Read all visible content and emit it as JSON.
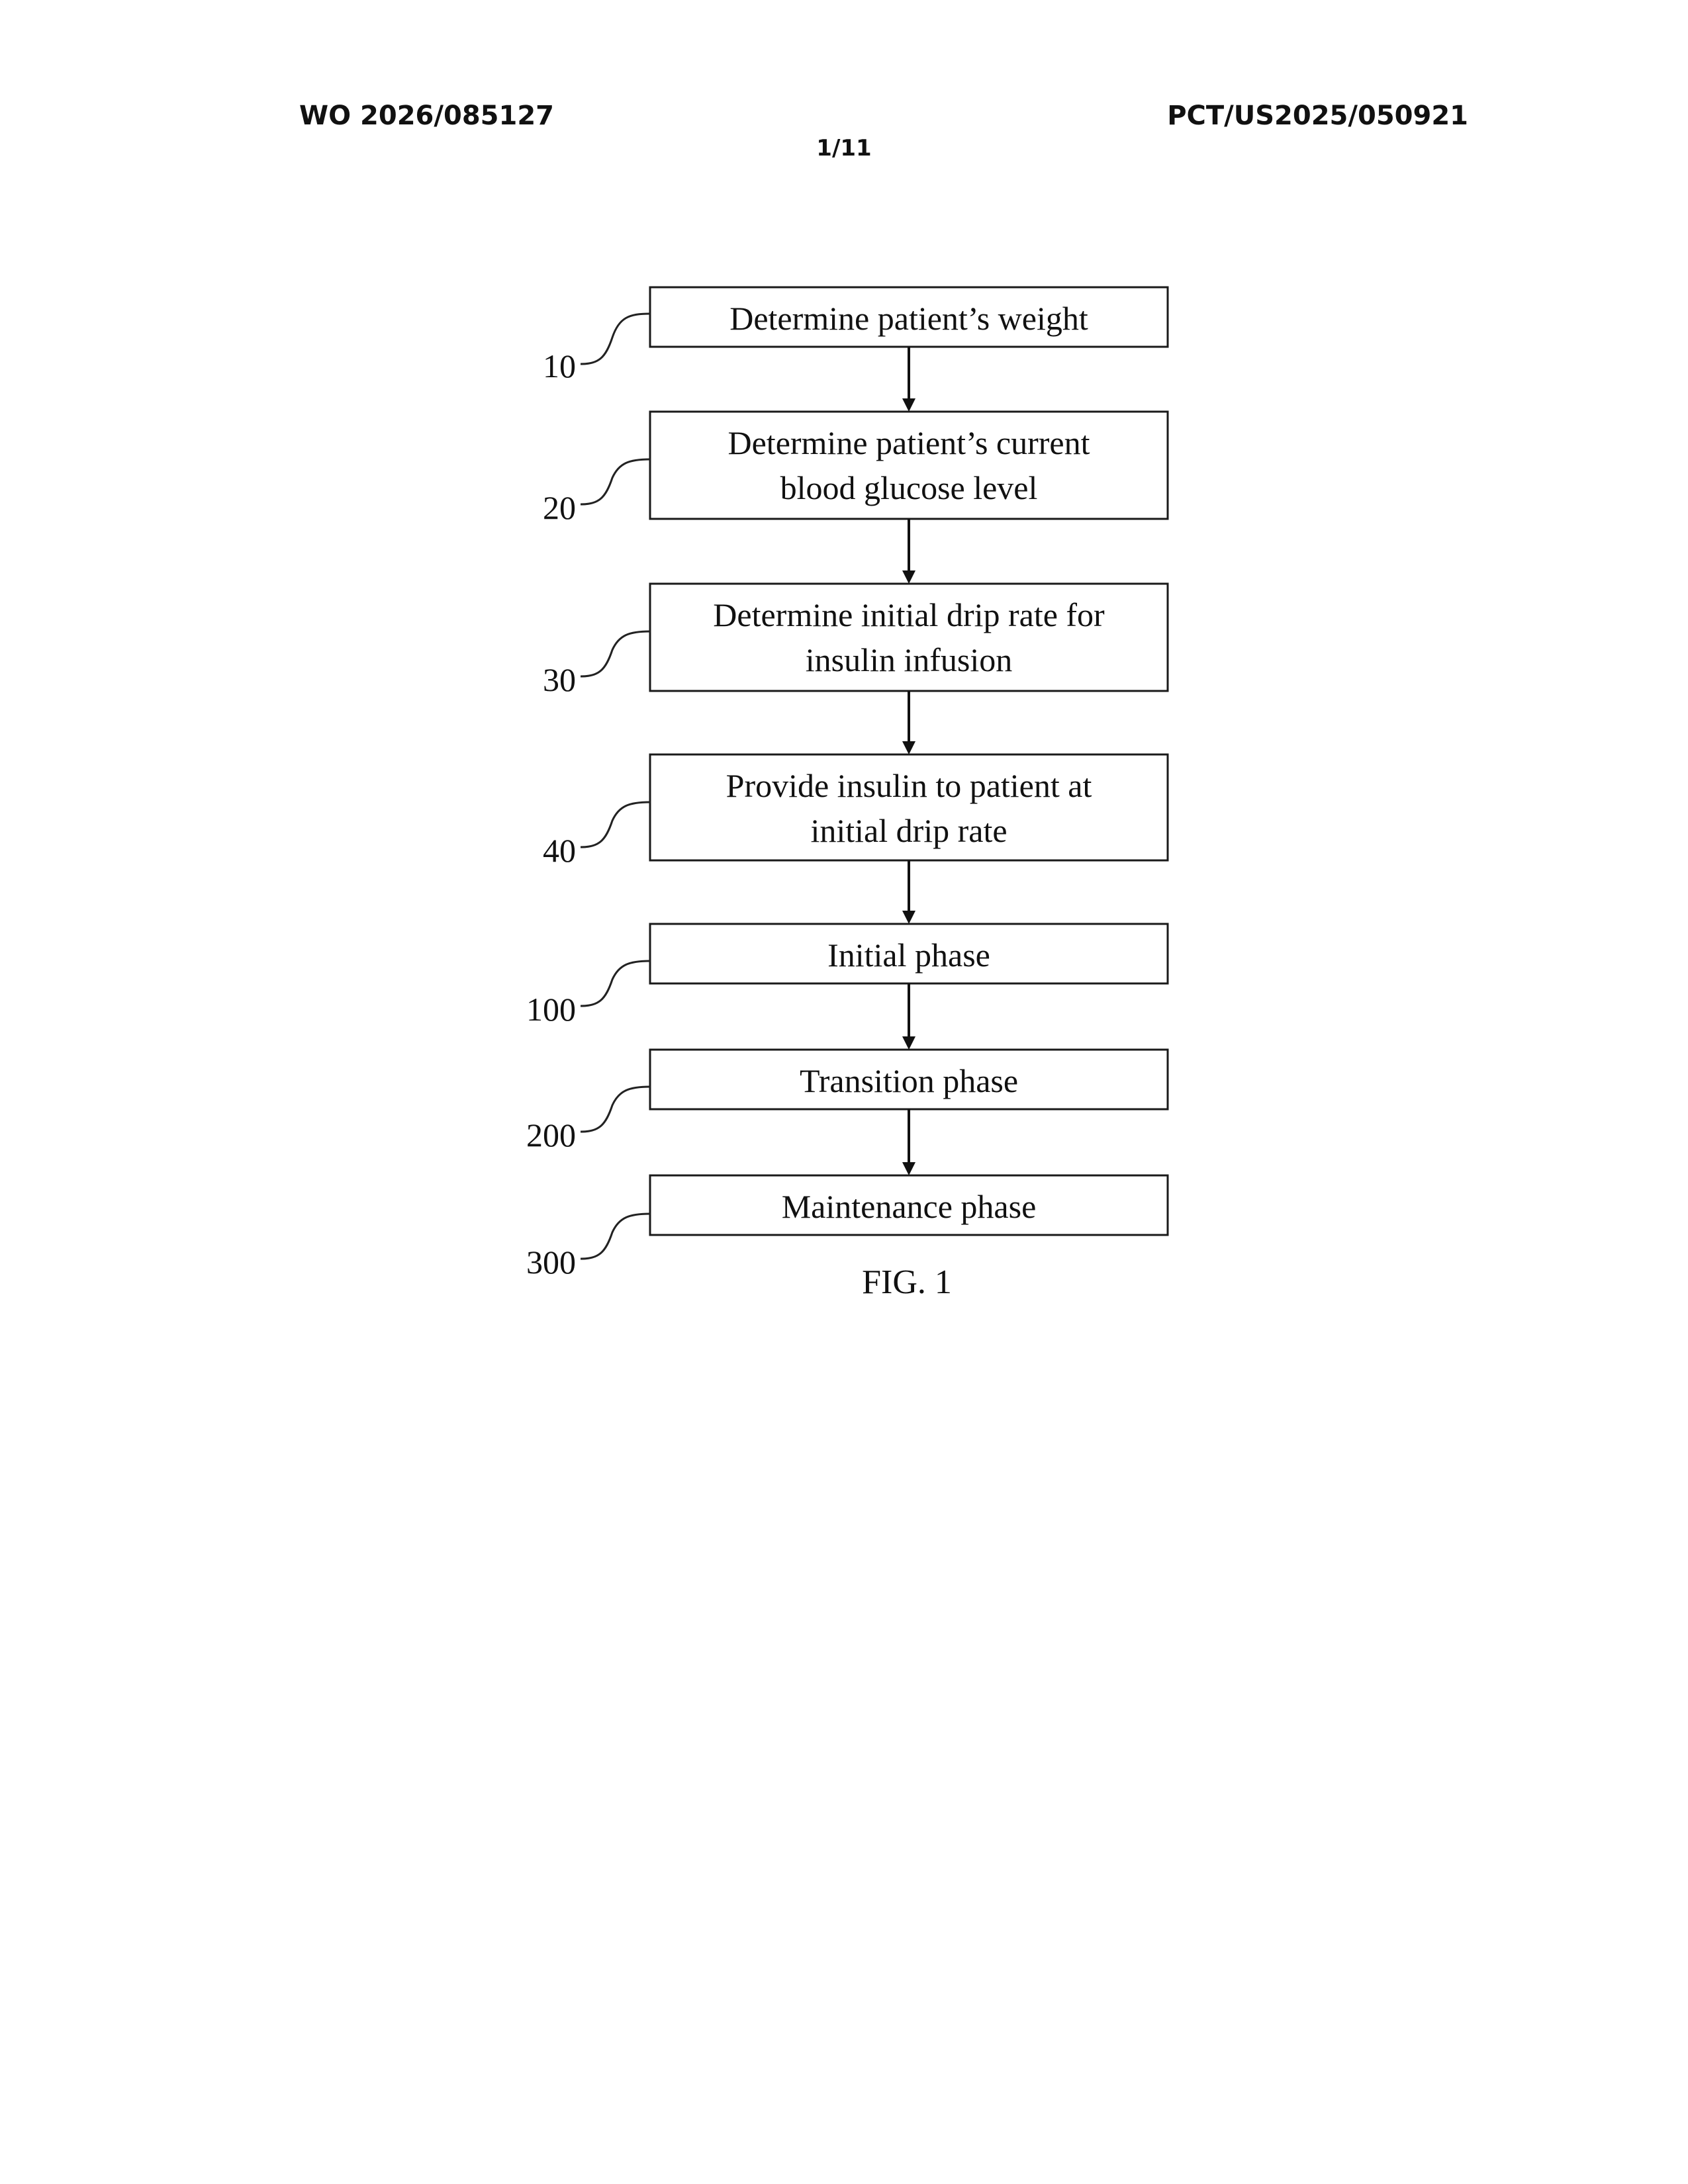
{
  "header": {
    "publication_number": "WO 2026/085127",
    "application_number": "PCT/US2025/050921",
    "sheet": "1/11"
  },
  "figure": {
    "caption": "FIG. 1",
    "steps": [
      {
        "ref": "10",
        "lines": [
          "Determine patient’s weight"
        ]
      },
      {
        "ref": "20",
        "lines": [
          "Determine patient’s current",
          "blood glucose level"
        ]
      },
      {
        "ref": "30",
        "lines": [
          "Determine initial drip rate for",
          "insulin infusion"
        ]
      },
      {
        "ref": "40",
        "lines": [
          "Provide insulin to patient at",
          "initial drip rate"
        ]
      },
      {
        "ref": "100",
        "lines": [
          "Initial phase"
        ]
      },
      {
        "ref": "200",
        "lines": [
          "Transition phase"
        ]
      },
      {
        "ref": "300",
        "lines": [
          "Maintenance phase"
        ]
      }
    ]
  }
}
